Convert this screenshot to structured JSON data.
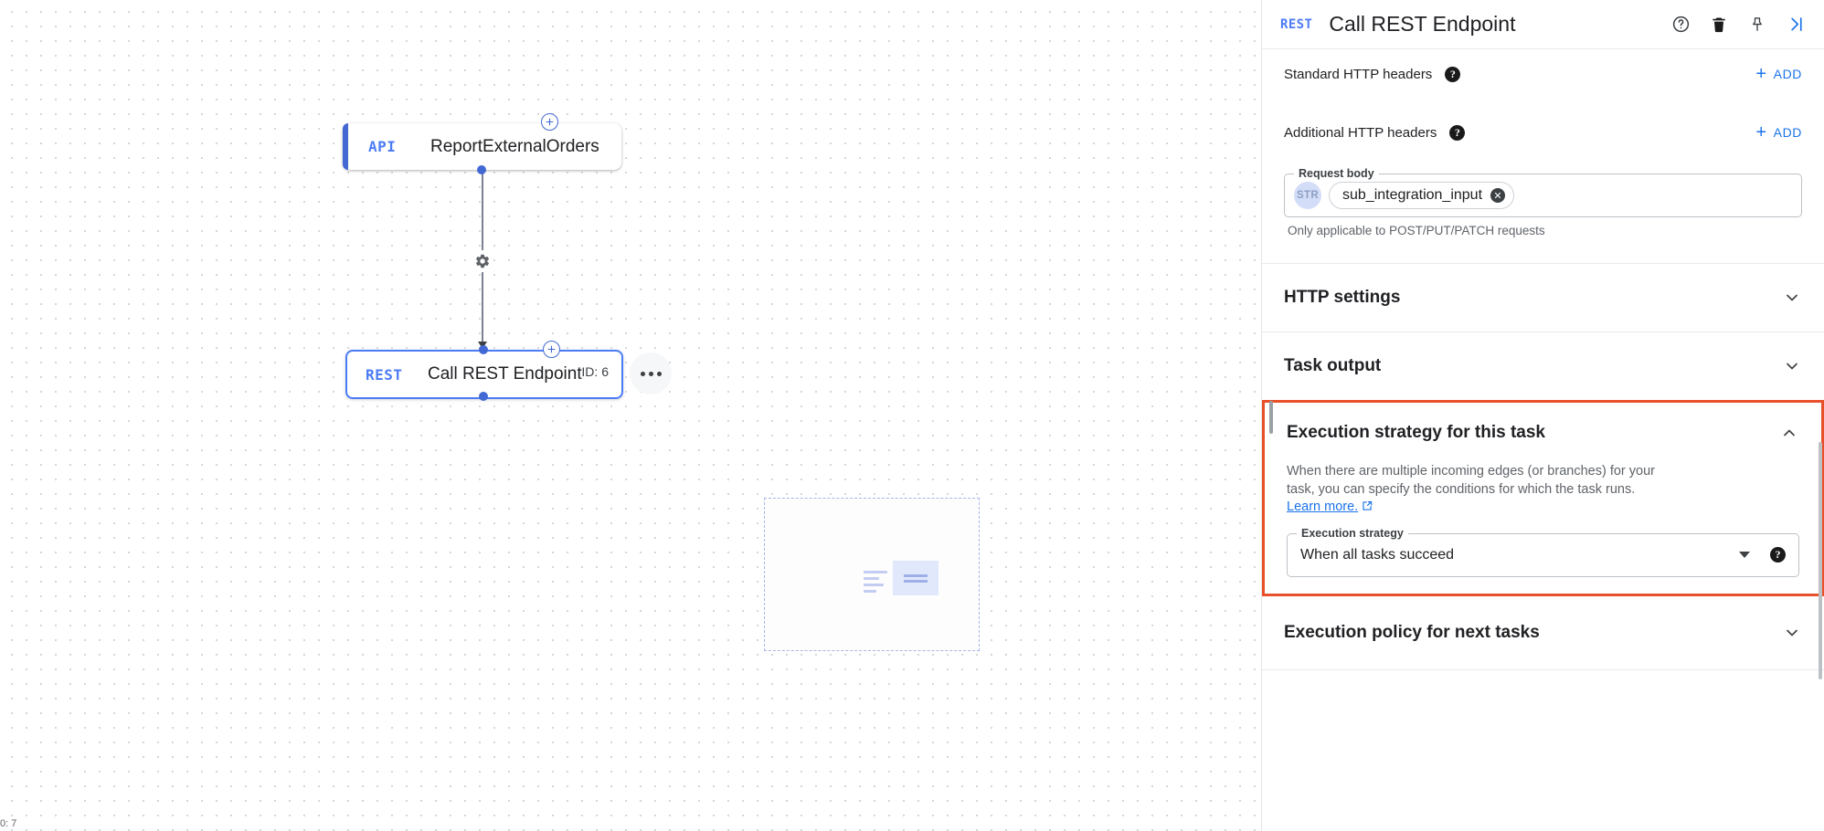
{
  "canvas": {
    "zoom_label": "0: 7",
    "nodes": [
      {
        "type": "API",
        "label": "ReportExternalOrders",
        "id_label": ""
      },
      {
        "type": "REST",
        "label": "Call REST Endpoint",
        "id_label": "ID: 6"
      }
    ],
    "edge_gear_icon": "gear-icon",
    "add_node_icon": "plus-circle-icon",
    "kebab_icon": "more-options-icon",
    "minimap": {
      "present": true
    }
  },
  "panel": {
    "header": {
      "type_badge": "REST",
      "title": "Call REST Endpoint",
      "icons": [
        "help-icon",
        "delete-icon",
        "pin-icon",
        "collapse-panel-icon"
      ]
    },
    "standard_headers": {
      "label": "Standard HTTP headers",
      "help": "?",
      "add_label": "ADD",
      "add_plus": "+"
    },
    "additional_headers": {
      "label": "Additional HTTP headers",
      "help": "?",
      "add_label": "ADD",
      "add_plus": "+"
    },
    "request_body": {
      "legend": "Request body",
      "type_badge": "STR",
      "chip_value": "sub_integration_input",
      "chip_remove": "✕",
      "hint": "Only applicable to POST/PUT/PATCH requests"
    },
    "sections": [
      {
        "title": "HTTP settings",
        "expanded": false,
        "chevron": "chevron-down-icon"
      },
      {
        "title": "Task output",
        "expanded": false,
        "chevron": "chevron-down-icon"
      },
      {
        "title": "Execution strategy for this task",
        "expanded": true,
        "chevron": "chevron-up-icon"
      },
      {
        "title": "Execution policy for next tasks",
        "expanded": false,
        "chevron": "chevron-down-icon"
      }
    ],
    "execution_strategy": {
      "description_line1": "When there are multiple incoming edges (or branches) for your task,",
      "description_line2": "you can specify the conditions for which the task runs.",
      "learn_more": "Learn more.",
      "learn_more_icon": "external-link-icon",
      "field_legend": "Execution strategy",
      "selected_value": "When all tasks succeed",
      "help": "?"
    },
    "highlight_color": "#e8502a",
    "accent_color": "#1a73e8",
    "node_accent_color": "#4268d3"
  }
}
